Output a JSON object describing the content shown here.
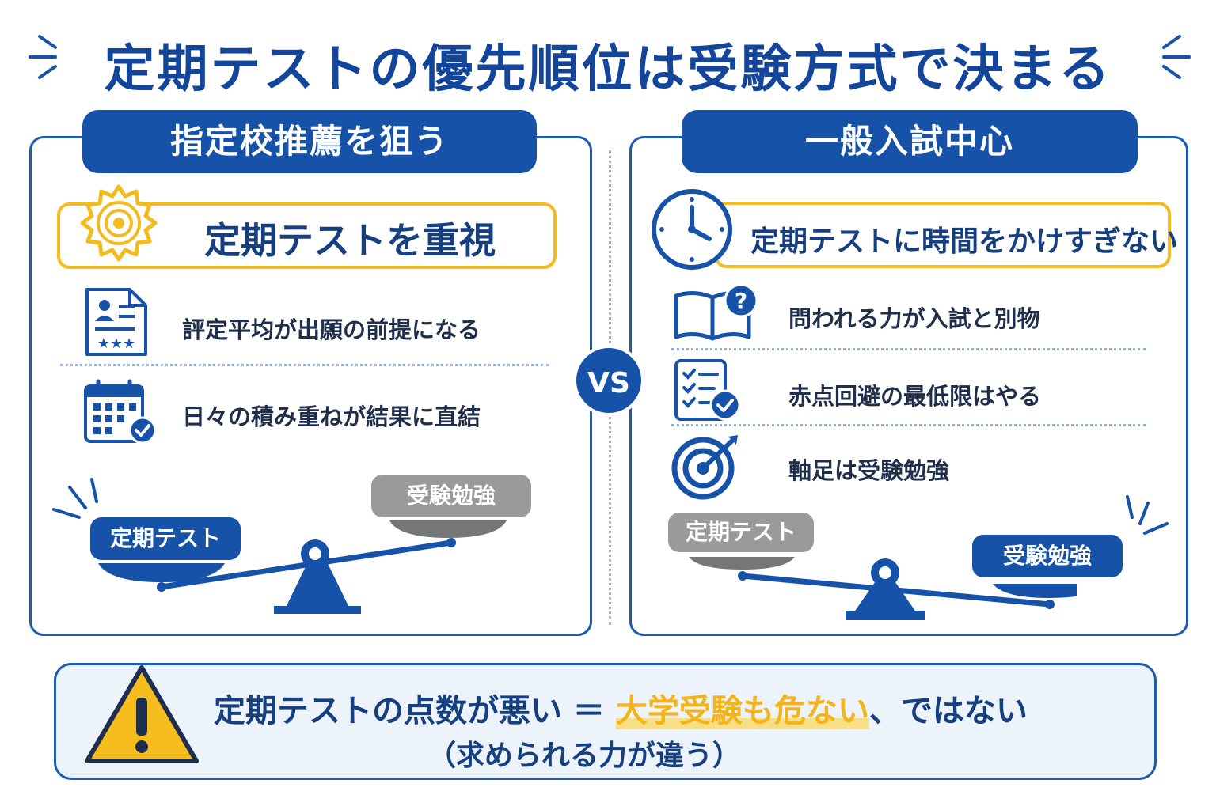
{
  "title": "定期テストの優先順位は受験方式で決まる",
  "left": {
    "header": "指定校推薦を狙う",
    "highlight": "定期テストを重視",
    "items": [
      {
        "icon": "profile-document-icon",
        "text": "評定平均が出願の前提になる"
      },
      {
        "icon": "calendar-check-icon",
        "text": "日々の積み重ねが結果に直結"
      }
    ],
    "scale": {
      "heavy": "定期テスト",
      "light": "受験勉強"
    }
  },
  "right": {
    "header": "一般入試中心",
    "highlight": "定期テストに時間をかけすぎない",
    "items": [
      {
        "icon": "book-question-icon",
        "text": "問われる力が入試と別物"
      },
      {
        "icon": "checklist-icon",
        "text": "赤点回避の最低限はやる"
      },
      {
        "icon": "target-icon",
        "text": "軸足は受験勉強"
      }
    ],
    "scale": {
      "light": "定期テスト",
      "heavy": "受験勉強"
    }
  },
  "vs": "VS",
  "bottom": {
    "prefix": "定期テストの点数が悪い ＝ ",
    "highlight": "大学受験も危ない",
    "suffix": "、ではない",
    "line2": "（求められる力が違う）"
  },
  "colors": {
    "primary": "#1652a8",
    "accent": "#f3bb1d",
    "gray": "#999a9c"
  }
}
